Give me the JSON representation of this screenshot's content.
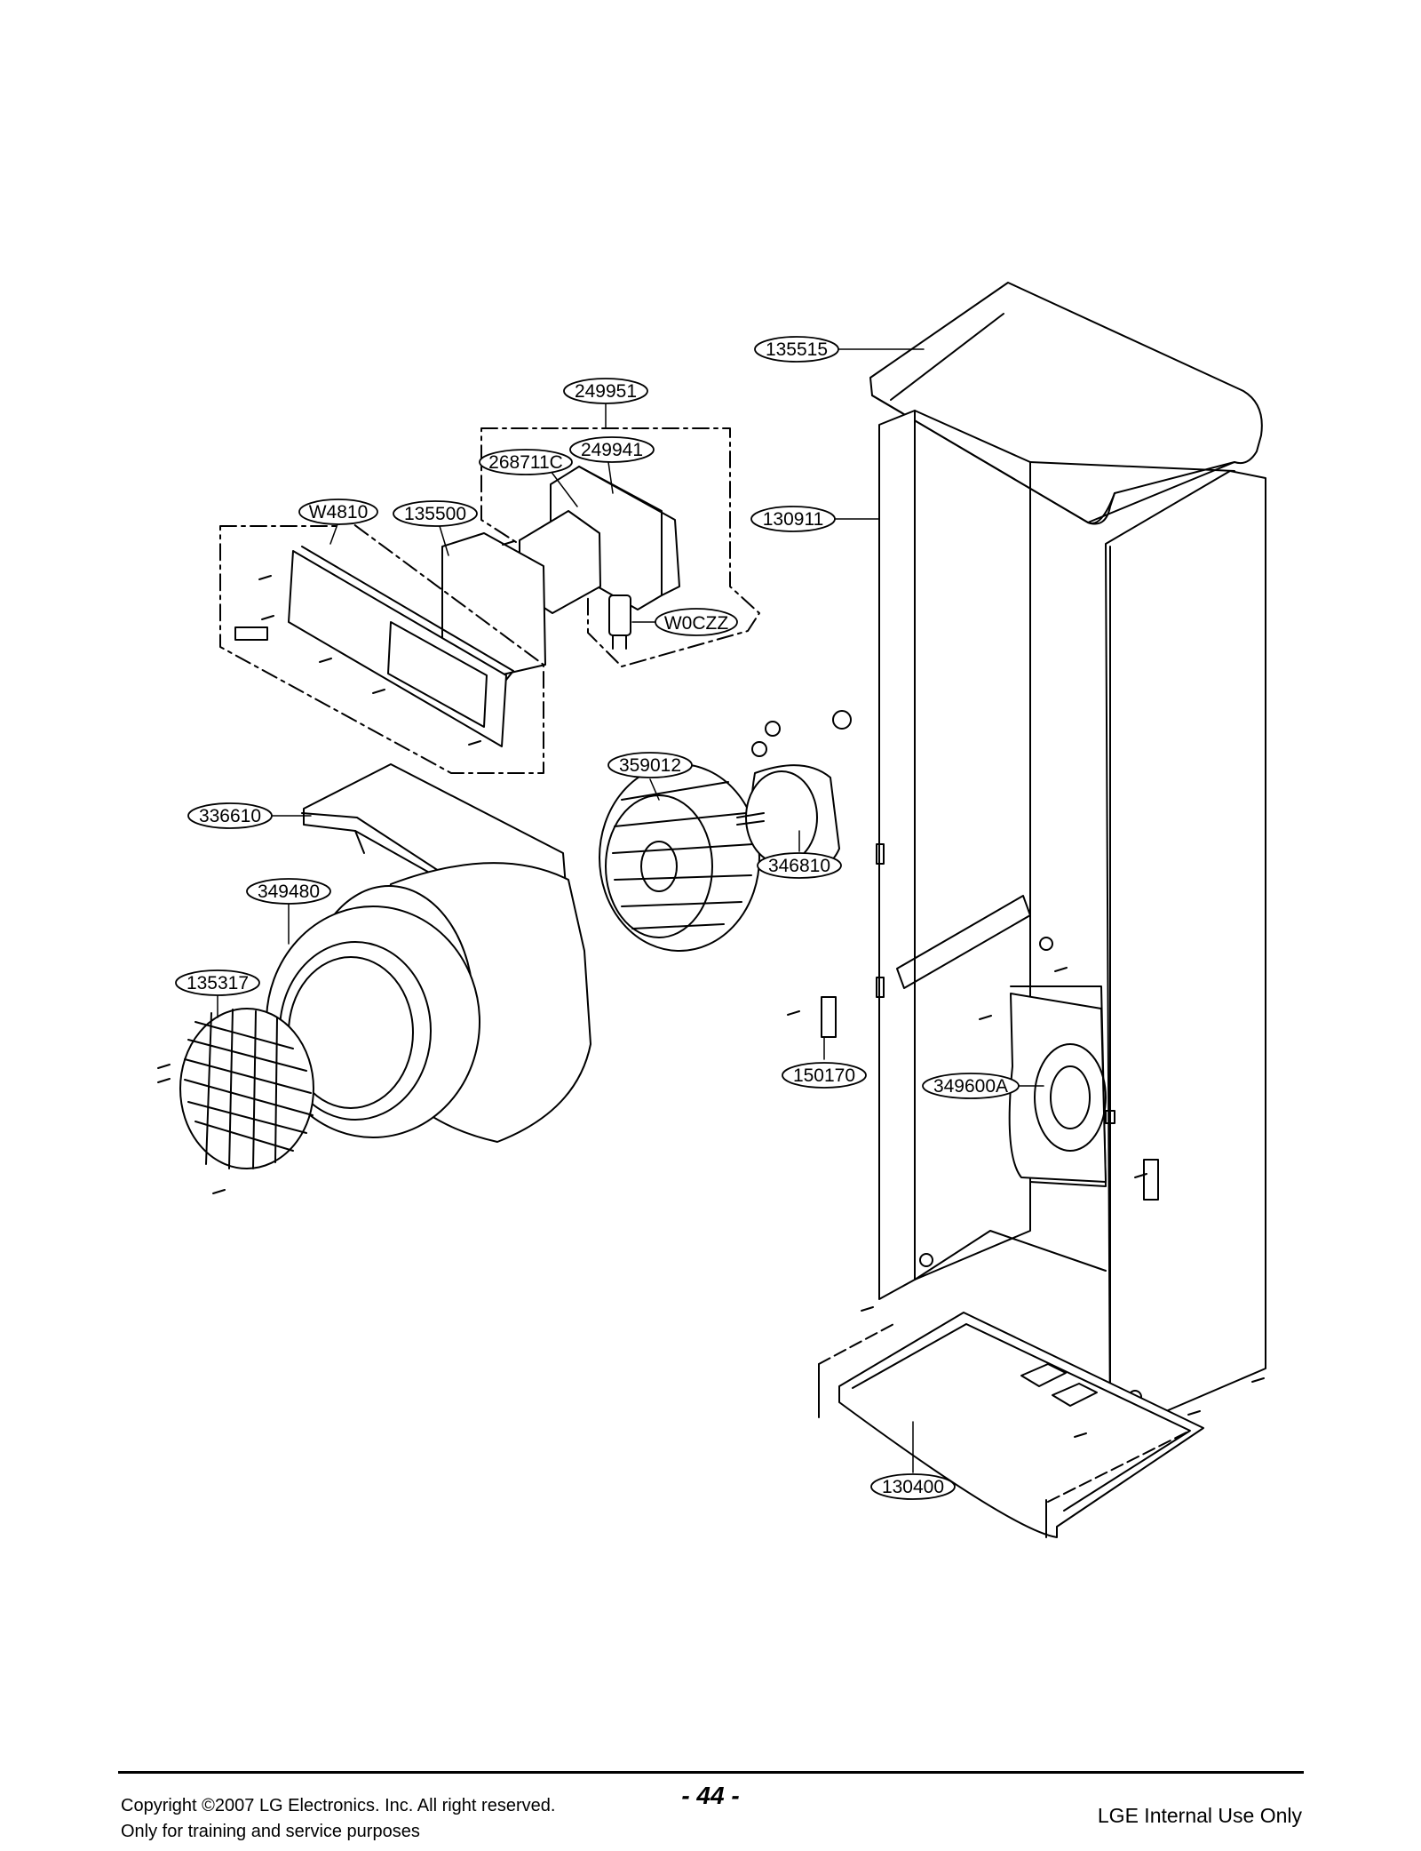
{
  "diagram": {
    "part_labels": [
      {
        "id": "135515",
        "text": "135515"
      },
      {
        "id": "249951",
        "text": "249951"
      },
      {
        "id": "268711C",
        "text": "268711C"
      },
      {
        "id": "249941",
        "text": "249941"
      },
      {
        "id": "W4810",
        "text": "W4810"
      },
      {
        "id": "135500",
        "text": "135500"
      },
      {
        "id": "130911",
        "text": "130911"
      },
      {
        "id": "W0CZZ",
        "text": "W0CZZ"
      },
      {
        "id": "359012",
        "text": "359012"
      },
      {
        "id": "336610",
        "text": "336610"
      },
      {
        "id": "346810",
        "text": "346810"
      },
      {
        "id": "349480",
        "text": "349480"
      },
      {
        "id": "135317",
        "text": "135317"
      },
      {
        "id": "150170",
        "text": "150170"
      },
      {
        "id": "349600A",
        "text": "349600A"
      },
      {
        "id": "130400",
        "text": "130400"
      }
    ]
  },
  "footer": {
    "copyright": "Copyright ©2007 LG Electronics. Inc. All right reserved.",
    "training_note": "Only for training and service purposes",
    "page_number": "- 44 -",
    "internal_use": "LGE Internal Use Only"
  }
}
